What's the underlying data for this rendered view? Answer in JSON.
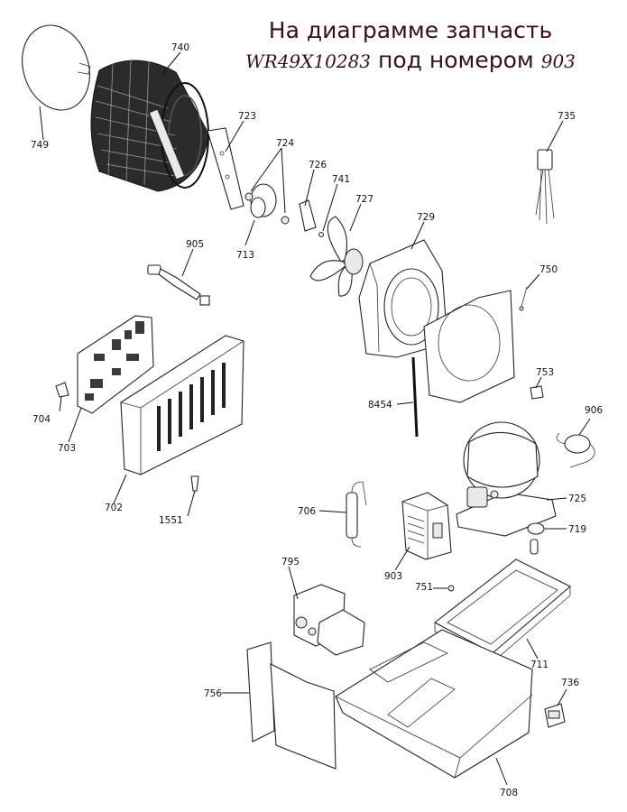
{
  "header": {
    "line1": "На диаграмме запчасть",
    "part_number": "WR49X10283",
    "line2_middle": "под номером",
    "position_number": "903"
  },
  "callouts": {
    "c740": "740",
    "c749": "749",
    "c723": "723",
    "c724": "724",
    "c726": "726",
    "c741": "741",
    "c727": "727",
    "c713": "713",
    "c735": "735",
    "c729": "729",
    "c905": "905",
    "c750": "750",
    "c753": "753",
    "c8454": "8454",
    "c704": "704",
    "c703": "703",
    "c906": "906",
    "c725": "725",
    "c719": "719",
    "c702": "702",
    "c1551": "1551",
    "c706": "706",
    "c903": "903",
    "c795": "795",
    "c751": "751",
    "c711": "711",
    "c736": "736",
    "c756": "756",
    "c708": "708"
  }
}
